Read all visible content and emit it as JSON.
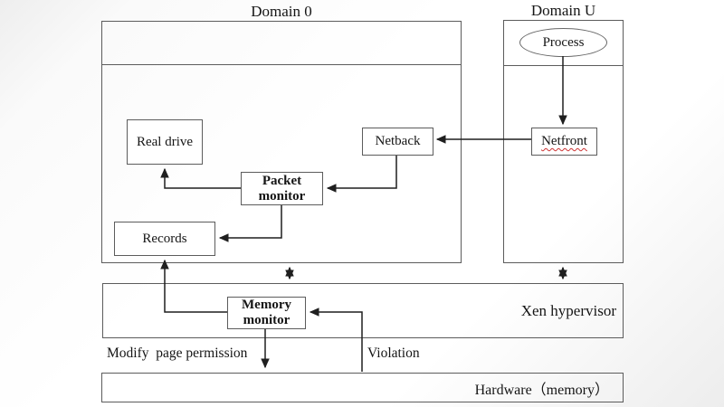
{
  "diagram": {
    "titles": {
      "domain0": "Domain 0",
      "domainU": "Domain U"
    },
    "nodes": {
      "process": "Process",
      "real_drive": "Real drive",
      "netback": "Netback",
      "netfront": "Netfront",
      "packet_monitor": "Packet monitor",
      "records": "Records",
      "memory_monitor": "Memory monitor"
    },
    "layers": {
      "xen_hypervisor": "Xen hypervisor",
      "hardware": "Hardware（memory）"
    },
    "edge_labels": {
      "modify_page_permission": "Modify  page permission",
      "violation": "Violation"
    },
    "colors": {
      "box_border": "#5c5c5c",
      "arrow_line": "#1f1f1f",
      "netfront_underline": "#cc3333",
      "background": "#ffffff",
      "text": "#151515"
    }
  }
}
